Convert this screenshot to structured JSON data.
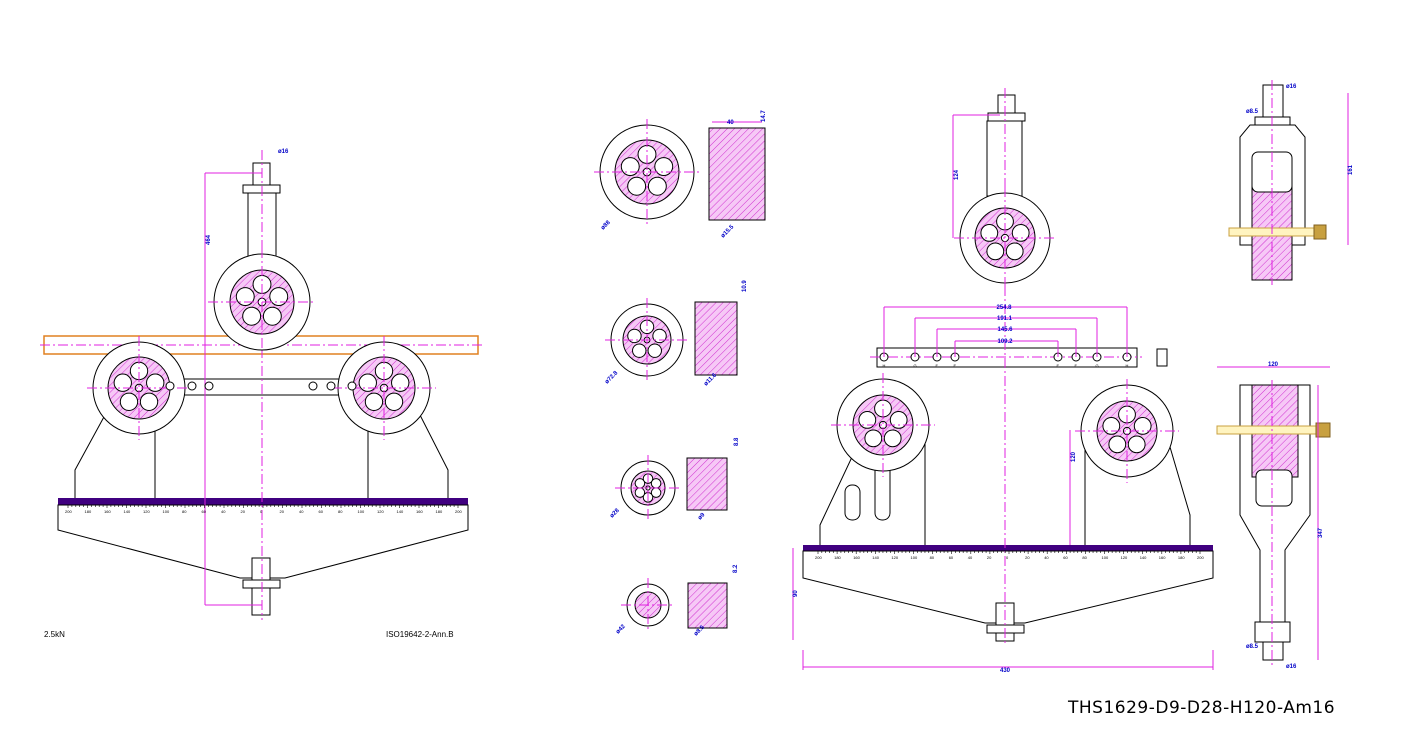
{
  "title_block": "THS1629-D9-D28-H120-Am16",
  "left_view": {
    "load": "2.5kN",
    "standard": "ISO19642-2-Ann.B",
    "dim_hook_dia": "ø16",
    "dim_height": "464"
  },
  "pulleys": [
    {
      "outer_dia": "ø88",
      "groove_dia": "ø15.5",
      "width": "40",
      "groove_depth": "14.7"
    },
    {
      "outer_dia": "ø72.8",
      "groove_dia": "ø11.6",
      "groove_depth": "10.9"
    },
    {
      "outer_dia": "ø28",
      "groove_dia": "ø9",
      "groove_depth": "8.8"
    },
    {
      "outer_dia": "ø42",
      "groove_dia": "ø8.5",
      "groove_depth": "8.2"
    }
  ],
  "bar": {
    "spans": [
      "254.8",
      "191.1",
      "145.6",
      "109.2"
    ],
    "hole_marks": [
      "H",
      "G",
      "F",
      "E",
      "E",
      "F",
      "G",
      "H"
    ]
  },
  "front_view": {
    "dim_top_height": "124",
    "dim_roller_height": "120",
    "dim_base_height": "90",
    "dim_width": "430"
  },
  "side_view": {
    "dim_top_pin": "ø16",
    "dim_top_hole": "ø8.5",
    "dim_top_height": "161",
    "dim_width": "120",
    "dim_height": "347",
    "dim_bottom_hole": "ø8.5",
    "dim_bottom_pin": "ø16"
  },
  "scale_labels": [
    "200",
    "180",
    "160",
    "140",
    "120",
    "100",
    "80",
    "60",
    "40",
    "20",
    "0",
    "20",
    "40",
    "60",
    "80",
    "100",
    "120",
    "140",
    "160",
    "180",
    "200"
  ],
  "colors": {
    "line": "#000000",
    "centerline": "#e020e0",
    "dimension_text": "#0000c8",
    "hatch": "#e040e0",
    "pipe": "#e08020",
    "scale": "#400080",
    "bolt": "#c8a040"
  }
}
